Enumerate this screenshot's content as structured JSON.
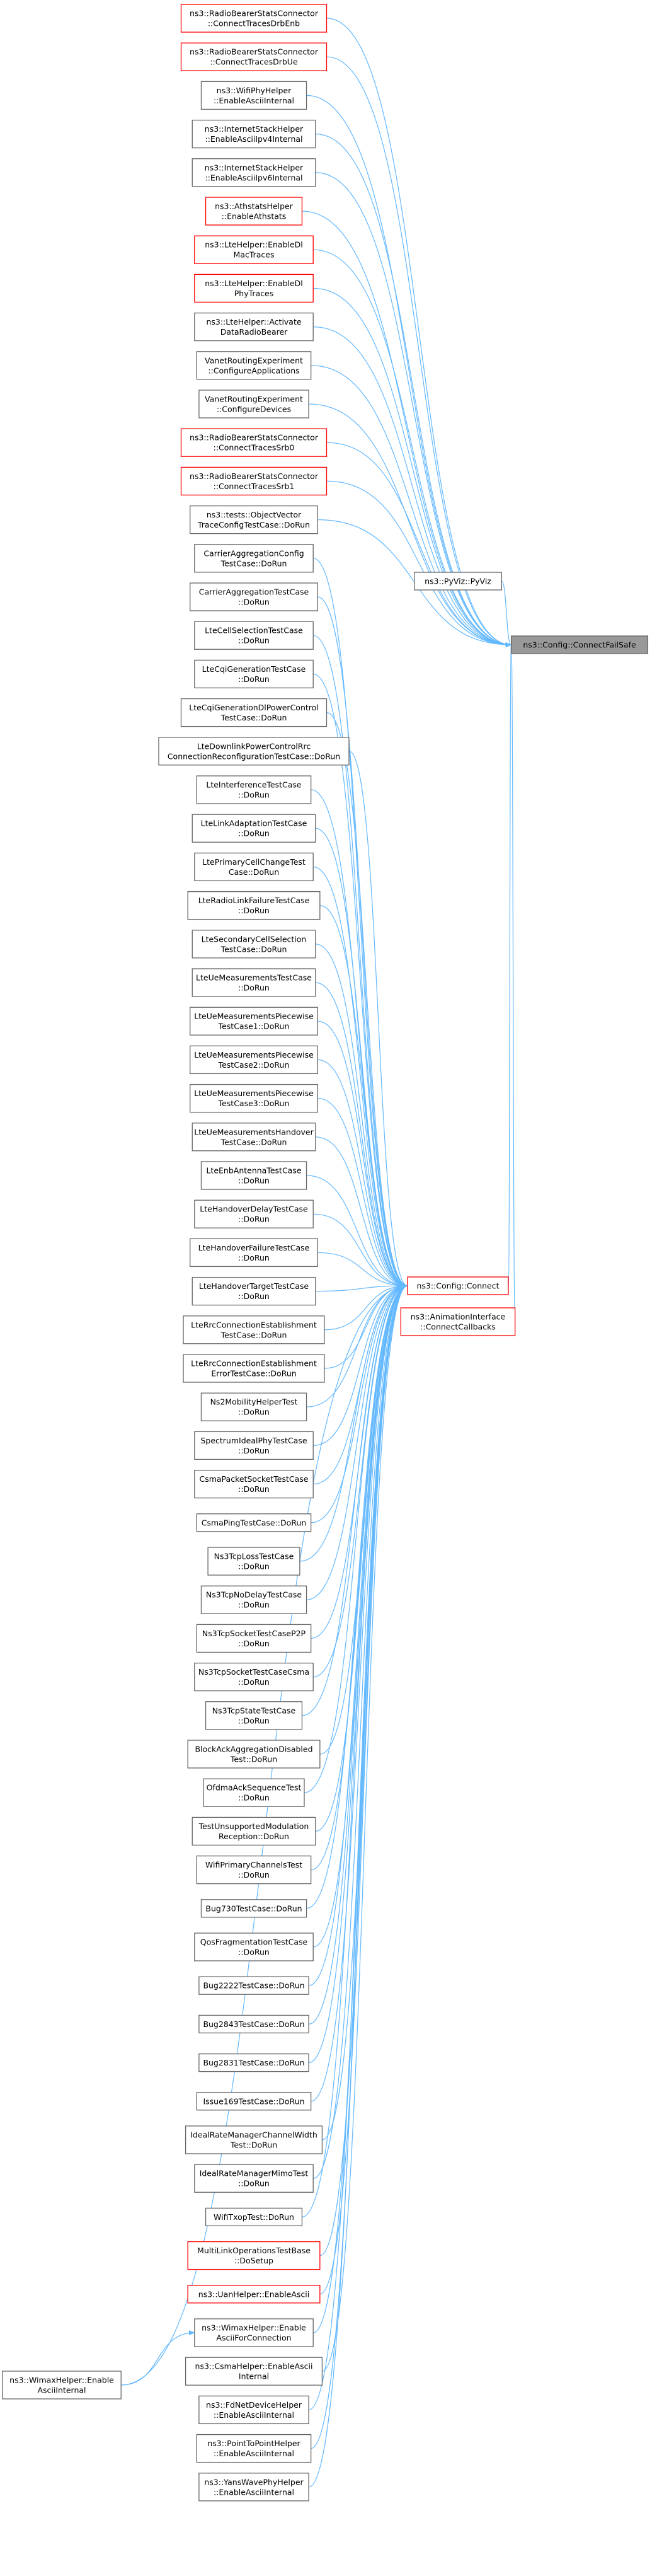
{
  "colors": {
    "edge": "#63b8ff",
    "node_border": "#666666",
    "node_border_highlight": "#ff0000",
    "node_fill": "#ffffff",
    "target_fill": "#999999",
    "target_border": "#666666"
  },
  "target": {
    "id": "configfailsafe",
    "lines": [
      "ns3::Config::ConnectFailSafe"
    ]
  },
  "nodes": [
    {
      "id": "rb-drbenb",
      "lines": [
        "ns3::RadioBearerStatsConnector",
        "::ConnectTracesDrbEnb"
      ],
      "highlight": true,
      "target": "configfailsafe"
    },
    {
      "id": "rb-drbue",
      "lines": [
        "ns3::RadioBearerStatsConnector",
        "::ConnectTracesDrbUe"
      ],
      "highlight": true,
      "target": "configfailsafe"
    },
    {
      "id": "wifiphy-ascii",
      "lines": [
        "ns3::WifiPhyHelper",
        "::EnableAsciiInternal"
      ],
      "highlight": false,
      "target": "configfailsafe"
    },
    {
      "id": "inet-ipv4",
      "lines": [
        "ns3::InternetStackHelper",
        "::EnableAsciiIpv4Internal"
      ],
      "highlight": false,
      "target": "configfailsafe"
    },
    {
      "id": "inet-ipv6",
      "lines": [
        "ns3::InternetStackHelper",
        "::EnableAsciiIpv6Internal"
      ],
      "highlight": false,
      "target": "configfailsafe"
    },
    {
      "id": "athstats",
      "lines": [
        "ns3::AthstatsHelper",
        "::EnableAthstats"
      ],
      "highlight": true,
      "target": "configfailsafe"
    },
    {
      "id": "lte-dlmac",
      "lines": [
        "ns3::LteHelper::EnableDl",
        "MacTraces"
      ],
      "highlight": true,
      "target": "configfailsafe"
    },
    {
      "id": "lte-dlphy",
      "lines": [
        "ns3::LteHelper::EnableDl",
        "PhyTraces"
      ],
      "highlight": true,
      "target": "configfailsafe"
    },
    {
      "id": "lte-activate",
      "lines": [
        "ns3::LteHelper::Activate",
        "DataRadioBearer"
      ],
      "highlight": false,
      "target": "configfailsafe"
    },
    {
      "id": "vanet-apps",
      "lines": [
        "VanetRoutingExperiment",
        "::ConfigureApplications"
      ],
      "highlight": false,
      "target": "configfailsafe"
    },
    {
      "id": "vanet-devices",
      "lines": [
        "VanetRoutingExperiment",
        "::ConfigureDevices"
      ],
      "highlight": false,
      "target": "configfailsafe"
    },
    {
      "id": "rb-srb0",
      "lines": [
        "ns3::RadioBearerStatsConnector",
        "::ConnectTracesSrb0"
      ],
      "highlight": true,
      "target": "configfailsafe"
    },
    {
      "id": "rb-srb1",
      "lines": [
        "ns3::RadioBearerStatsConnector",
        "::ConnectTracesSrb1"
      ],
      "highlight": true,
      "target": "configfailsafe"
    },
    {
      "id": "objvector",
      "lines": [
        "ns3::tests::ObjectVector",
        "TraceConfigTestCase::DoRun"
      ],
      "highlight": false,
      "target": "configfailsafe"
    },
    {
      "id": "carrier-config",
      "lines": [
        "CarrierAggregationConfig",
        "TestCase::DoRun"
      ],
      "highlight": false,
      "target": "configconnect"
    },
    {
      "id": "carrier",
      "lines": [
        "CarrierAggregationTestCase",
        "::DoRun"
      ],
      "highlight": false,
      "target": "configconnect"
    },
    {
      "id": "cellsel",
      "lines": [
        "LteCellSelectionTestCase",
        "::DoRun"
      ],
      "highlight": false,
      "target": "configconnect"
    },
    {
      "id": "cqigen",
      "lines": [
        "LteCqiGenerationTestCase",
        "::DoRun"
      ],
      "highlight": false,
      "target": "configconnect"
    },
    {
      "id": "cqidl",
      "lines": [
        "LteCqiGenerationDlPowerControl",
        "TestCase::DoRun"
      ],
      "highlight": false,
      "target": "configconnect"
    },
    {
      "id": "dlpower",
      "lines": [
        "LteDownlinkPowerControlRrc",
        "ConnectionReconfigurationTestCase::DoRun"
      ],
      "highlight": false,
      "target": "configconnect"
    },
    {
      "id": "interf",
      "lines": [
        "LteInterferenceTestCase",
        "::DoRun"
      ],
      "highlight": false,
      "target": "configconnect"
    },
    {
      "id": "linkadapt",
      "lines": [
        "LteLinkAdaptationTestCase",
        "::DoRun"
      ],
      "highlight": false,
      "target": "configconnect"
    },
    {
      "id": "primarycell",
      "lines": [
        "LtePrimaryCellChangeTest",
        "Case::DoRun"
      ],
      "highlight": false,
      "target": "configconnect"
    },
    {
      "id": "rlf",
      "lines": [
        "LteRadioLinkFailureTestCase",
        "::DoRun"
      ],
      "highlight": false,
      "target": "configconnect"
    },
    {
      "id": "secondary",
      "lines": [
        "LteSecondaryCellSelection",
        "TestCase::DoRun"
      ],
      "highlight": false,
      "target": "configconnect"
    },
    {
      "id": "uemeas",
      "lines": [
        "LteUeMeasurementsTestCase",
        "::DoRun"
      ],
      "highlight": false,
      "target": "configconnect"
    },
    {
      "id": "piece1",
      "lines": [
        "LteUeMeasurementsPiecewise",
        "TestCase1::DoRun"
      ],
      "highlight": false,
      "target": "configconnect"
    },
    {
      "id": "piece2",
      "lines": [
        "LteUeMeasurementsPiecewise",
        "TestCase2::DoRun"
      ],
      "highlight": false,
      "target": "configconnect"
    },
    {
      "id": "piece3",
      "lines": [
        "LteUeMeasurementsPiecewise",
        "TestCase3::DoRun"
      ],
      "highlight": false,
      "target": "configconnect"
    },
    {
      "id": "uemeas-ho",
      "lines": [
        "LteUeMeasurementsHandover",
        "TestCase::DoRun"
      ],
      "highlight": false,
      "target": "configconnect"
    },
    {
      "id": "enbant",
      "lines": [
        "LteEnbAntennaTestCase",
        "::DoRun"
      ],
      "highlight": false,
      "target": "configconnect"
    },
    {
      "id": "hodelay",
      "lines": [
        "LteHandoverDelayTestCase",
        "::DoRun"
      ],
      "highlight": false,
      "target": "configconnect"
    },
    {
      "id": "hofail",
      "lines": [
        "LteHandoverFailureTestCase",
        "::DoRun"
      ],
      "highlight": false,
      "target": "configconnect"
    },
    {
      "id": "hotarget",
      "lines": [
        "LteHandoverTargetTestCase",
        "::DoRun"
      ],
      "highlight": false,
      "target": "configconnect"
    },
    {
      "id": "rrcest",
      "lines": [
        "LteRrcConnectionEstablishment",
        "TestCase::DoRun"
      ],
      "highlight": false,
      "target": "configconnect"
    },
    {
      "id": "rrcesterr",
      "lines": [
        "LteRrcConnectionEstablishment",
        "ErrorTestCase::DoRun"
      ],
      "highlight": false,
      "target": "configconnect"
    },
    {
      "id": "ns2mob",
      "lines": [
        "Ns2MobilityHelperTest",
        "::DoRun"
      ],
      "highlight": false,
      "target": "configconnect"
    },
    {
      "id": "spectrum",
      "lines": [
        "SpectrumIdealPhyTestCase",
        "::DoRun"
      ],
      "highlight": false,
      "target": "configconnect"
    },
    {
      "id": "csmapacket",
      "lines": [
        "CsmaPacketSocketTestCase",
        "::DoRun"
      ],
      "highlight": false,
      "target": "configconnect"
    },
    {
      "id": "csmaping",
      "lines": [
        "CsmaPingTestCase::DoRun"
      ],
      "highlight": false,
      "target": "configconnect"
    },
    {
      "id": "ns3tcploss",
      "lines": [
        "Ns3TcpLossTestCase",
        "::DoRun"
      ],
      "highlight": false,
      "target": "configconnect"
    },
    {
      "id": "ns3tcpnodelay",
      "lines": [
        "Ns3TcpNoDelayTestCase",
        "::DoRun"
      ],
      "highlight": false,
      "target": "configconnect"
    },
    {
      "id": "ns3tcpp2p",
      "lines": [
        "Ns3TcpSocketTestCaseP2P",
        "::DoRun"
      ],
      "highlight": false,
      "target": "configconnect"
    },
    {
      "id": "ns3tcpcsma",
      "lines": [
        "Ns3TcpSocketTestCaseCsma",
        "::DoRun"
      ],
      "highlight": false,
      "target": "configconnect"
    },
    {
      "id": "ns3tcpstate",
      "lines": [
        "Ns3TcpStateTestCase",
        "::DoRun"
      ],
      "highlight": false,
      "target": "configconnect"
    },
    {
      "id": "blockack",
      "lines": [
        "BlockAckAggregationDisabled",
        "Test::DoRun"
      ],
      "highlight": false,
      "target": "configconnect"
    },
    {
      "id": "ofdma",
      "lines": [
        "OfdmaAckSequenceTest",
        "::DoRun"
      ],
      "highlight": false,
      "target": "configconnect"
    },
    {
      "id": "unsupported",
      "lines": [
        "TestUnsupportedModulation",
        "Reception::DoRun"
      ],
      "highlight": false,
      "target": "configconnect"
    },
    {
      "id": "wifiprimary",
      "lines": [
        "WifiPrimaryChannelsTest",
        "::DoRun"
      ],
      "highlight": false,
      "target": "configconnect"
    },
    {
      "id": "bug730",
      "lines": [
        "Bug730TestCase::DoRun"
      ],
      "highlight": false,
      "target": "configconnect"
    },
    {
      "id": "qosfrag",
      "lines": [
        "QosFragmentationTestCase",
        "::DoRun"
      ],
      "highlight": false,
      "target": "configconnect"
    },
    {
      "id": "bug2222",
      "lines": [
        "Bug2222TestCase::DoRun"
      ],
      "highlight": false,
      "target": "configconnect"
    },
    {
      "id": "bug2843",
      "lines": [
        "Bug2843TestCase::DoRun"
      ],
      "highlight": false,
      "target": "configconnect"
    },
    {
      "id": "bug2831",
      "lines": [
        "Bug2831TestCase::DoRun"
      ],
      "highlight": false,
      "target": "configconnect"
    },
    {
      "id": "issue169",
      "lines": [
        "Issue169TestCase::DoRun"
      ],
      "highlight": false,
      "target": "configconnect"
    },
    {
      "id": "idealcw",
      "lines": [
        "IdealRateManagerChannelWidth",
        "Test::DoRun"
      ],
      "highlight": false,
      "target": "configconnect"
    },
    {
      "id": "idealmimo",
      "lines": [
        "IdealRateManagerMimoTest",
        "::DoRun"
      ],
      "highlight": false,
      "target": "configconnect"
    },
    {
      "id": "wifitxop",
      "lines": [
        "WifiTxopTest::DoRun"
      ],
      "highlight": false,
      "target": "configconnect"
    },
    {
      "id": "multilink",
      "lines": [
        "MultiLinkOperationsTestBase",
        "::DoSetup"
      ],
      "highlight": true,
      "target": "configconnect"
    },
    {
      "id": "uanascii",
      "lines": [
        "ns3::UanHelper::EnableAscii"
      ],
      "highlight": true,
      "target": "configconnect"
    },
    {
      "id": "wimax-conn",
      "lines": [
        "ns3::WimaxHelper::Enable",
        "AsciiForConnection"
      ],
      "highlight": false,
      "target": "configconnect"
    },
    {
      "id": "csma-ascii",
      "lines": [
        "ns3::CsmaHelper::EnableAscii",
        "Internal"
      ],
      "highlight": false,
      "target": "configconnect"
    },
    {
      "id": "fdnet-ascii",
      "lines": [
        "ns3::FdNetDeviceHelper",
        "::EnableAsciiInternal"
      ],
      "highlight": false,
      "target": "configconnect"
    },
    {
      "id": "p2p-ascii",
      "lines": [
        "ns3::PointToPointHelper",
        "::EnableAsciiInternal"
      ],
      "highlight": false,
      "target": "configconnect"
    },
    {
      "id": "yans-ascii",
      "lines": [
        "ns3::YansWavePhyHelper",
        "::EnableAsciiInternal"
      ],
      "highlight": false,
      "target": "configconnect"
    },
    {
      "id": "pyviz",
      "lines": [
        "ns3::PyViz::PyViz"
      ],
      "highlight": false,
      "target": "configfailsafe"
    },
    {
      "id": "configconnect",
      "lines": [
        "ns3::Config::Connect"
      ],
      "highlight": true,
      "target": "configfailsafe"
    },
    {
      "id": "animcallbacks",
      "lines": [
        "ns3::AnimationInterface",
        "::ConnectCallbacks"
      ],
      "highlight": true,
      "target": "configfailsafe"
    },
    {
      "id": "wimax-internal",
      "lines": [
        "ns3::WimaxHelper::Enable",
        "AsciiInternal"
      ],
      "highlight": false,
      "target": "configconnect"
    }
  ],
  "extra_edges": [
    {
      "from": "wimax-internal",
      "to": "wimax-conn"
    }
  ]
}
